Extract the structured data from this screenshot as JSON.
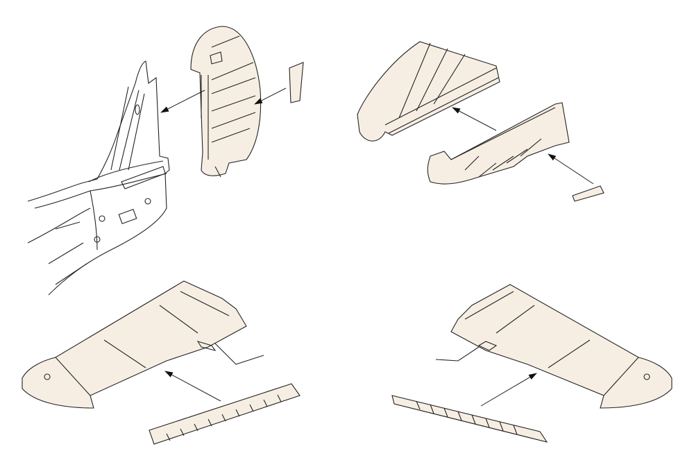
{
  "colors": {
    "line": "#222222",
    "part_fill": "#f7eee3",
    "background": "#ffffff"
  },
  "groups": [
    {
      "name": "tail-fin-rudder",
      "icon": "rudder-assembly"
    },
    {
      "name": "elevator",
      "icon": "elevator-assembly"
    },
    {
      "name": "left-wing-aileron",
      "icon": "aileron-assembly"
    },
    {
      "name": "right-wing-aileron",
      "icon": "aileron-assembly"
    }
  ]
}
